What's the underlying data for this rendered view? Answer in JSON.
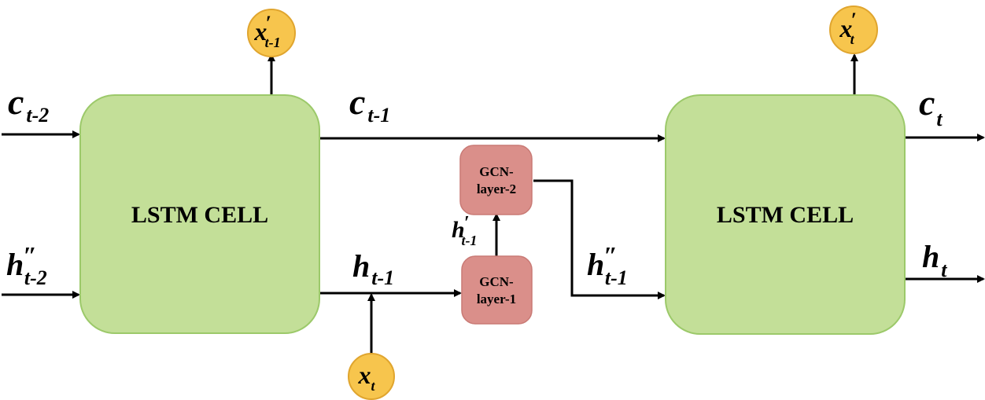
{
  "cells": {
    "left": "LSTM CELL",
    "right": "LSTM CELL"
  },
  "gcn": {
    "layer1": [
      "GCN-",
      "layer-1"
    ],
    "layer2": [
      "GCN-",
      "layer-2"
    ]
  },
  "symbols": {
    "c_t_minus_2": {
      "base": "c",
      "sub": "t-2",
      "prime": ""
    },
    "h_t_minus_2": {
      "base": "h",
      "sub": "t-2",
      "prime": "″"
    },
    "c_t_minus_1": {
      "base": "c",
      "sub": "t-1",
      "prime": ""
    },
    "h_t_minus_1": {
      "base": "h",
      "sub": "t-1",
      "prime": ""
    },
    "h_prime_t_minus_1": {
      "base": "h",
      "sub": "t-1",
      "prime": "′"
    },
    "h_dprime_t_minus_1": {
      "base": "h",
      "sub": "t-1",
      "prime": "″"
    },
    "c_t": {
      "base": "c",
      "sub": "t",
      "prime": ""
    },
    "h_t": {
      "base": "h",
      "sub": "t",
      "prime": ""
    },
    "x_t": {
      "base": "x",
      "sub": "t",
      "prime": ""
    },
    "x_prime_t_minus_1": {
      "base": "x",
      "sub": "t-1",
      "prime": "′"
    },
    "x_prime_t": {
      "base": "x",
      "sub": "t",
      "prime": "′"
    }
  }
}
